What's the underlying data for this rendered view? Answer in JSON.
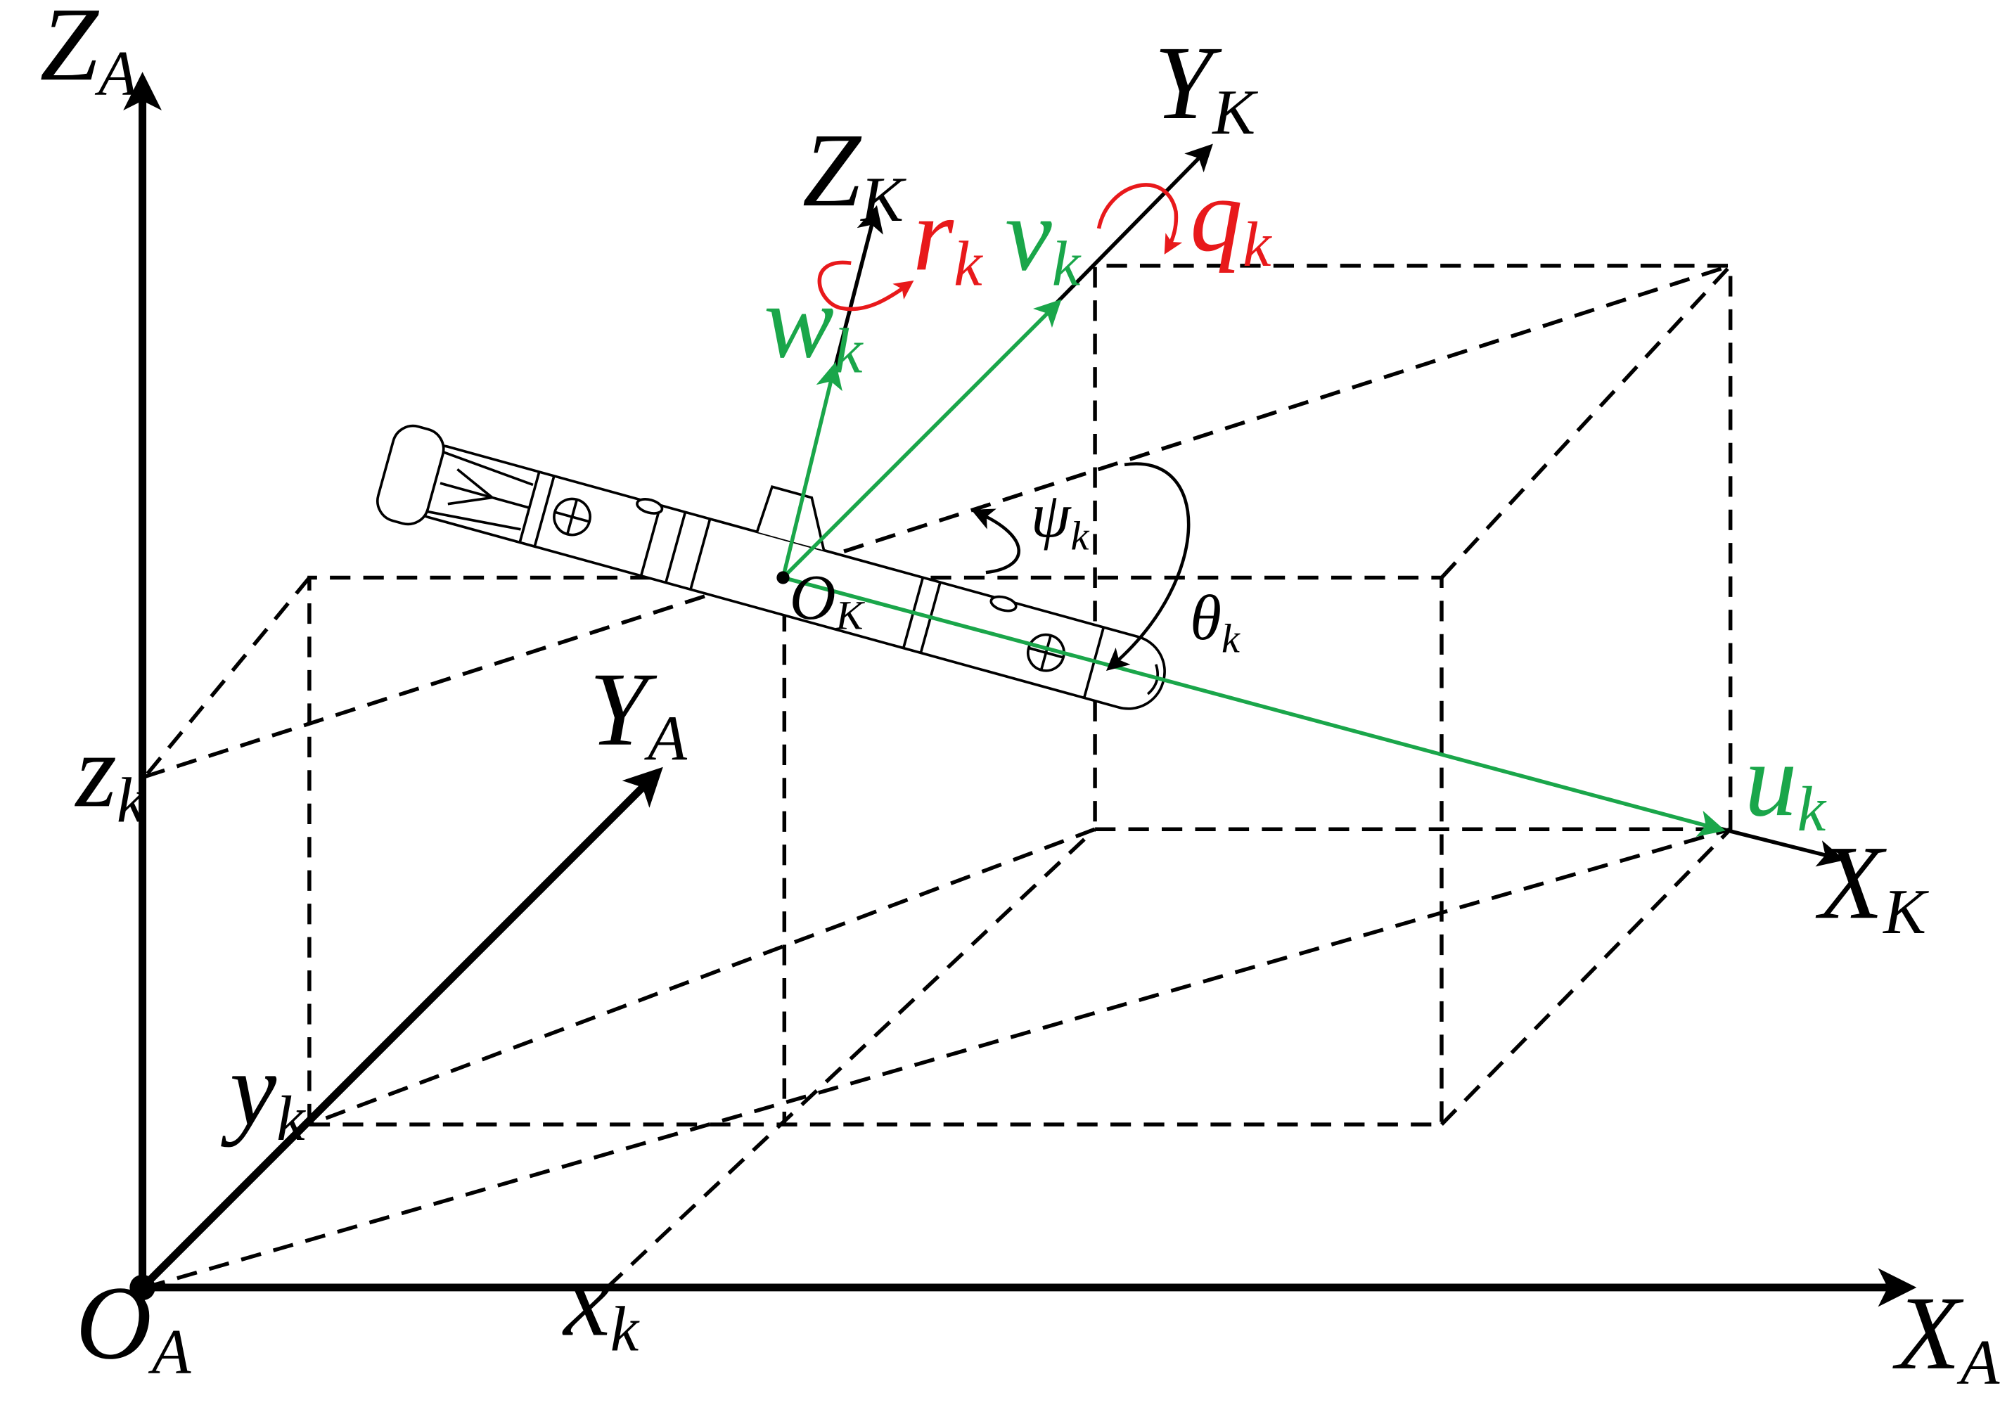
{
  "colors": {
    "axis": "#000000",
    "velocity": "#1aa64a",
    "rotation": "#e8191b"
  },
  "global_frame": {
    "origin": {
      "main": "O",
      "sub": "A"
    },
    "x_axis": {
      "main": "X",
      "sub": "A"
    },
    "y_axis": {
      "main": "Y",
      "sub": "A"
    },
    "z_axis": {
      "main": "Z",
      "sub": "A"
    }
  },
  "body_frame": {
    "origin": {
      "main": "O",
      "sub": "K"
    },
    "x_axis": {
      "main": "X",
      "sub": "K"
    },
    "y_axis": {
      "main": "Y",
      "sub": "K"
    },
    "z_axis": {
      "main": "Z",
      "sub": "K"
    }
  },
  "position": {
    "x": {
      "main": "x",
      "sub": "k"
    },
    "y": {
      "main": "y",
      "sub": "k"
    },
    "z": {
      "main": "z",
      "sub": "k"
    }
  },
  "velocities": {
    "u": {
      "main": "u",
      "sub": "k"
    },
    "v": {
      "main": "v",
      "sub": "k"
    },
    "w": {
      "main": "w",
      "sub": "k"
    }
  },
  "rotations": {
    "q": {
      "main": "q",
      "sub": "k"
    },
    "r": {
      "main": "r",
      "sub": "k"
    }
  },
  "angles": {
    "psi": {
      "main": "ψ",
      "sub": "k"
    },
    "theta": {
      "main": "θ",
      "sub": "k"
    }
  }
}
